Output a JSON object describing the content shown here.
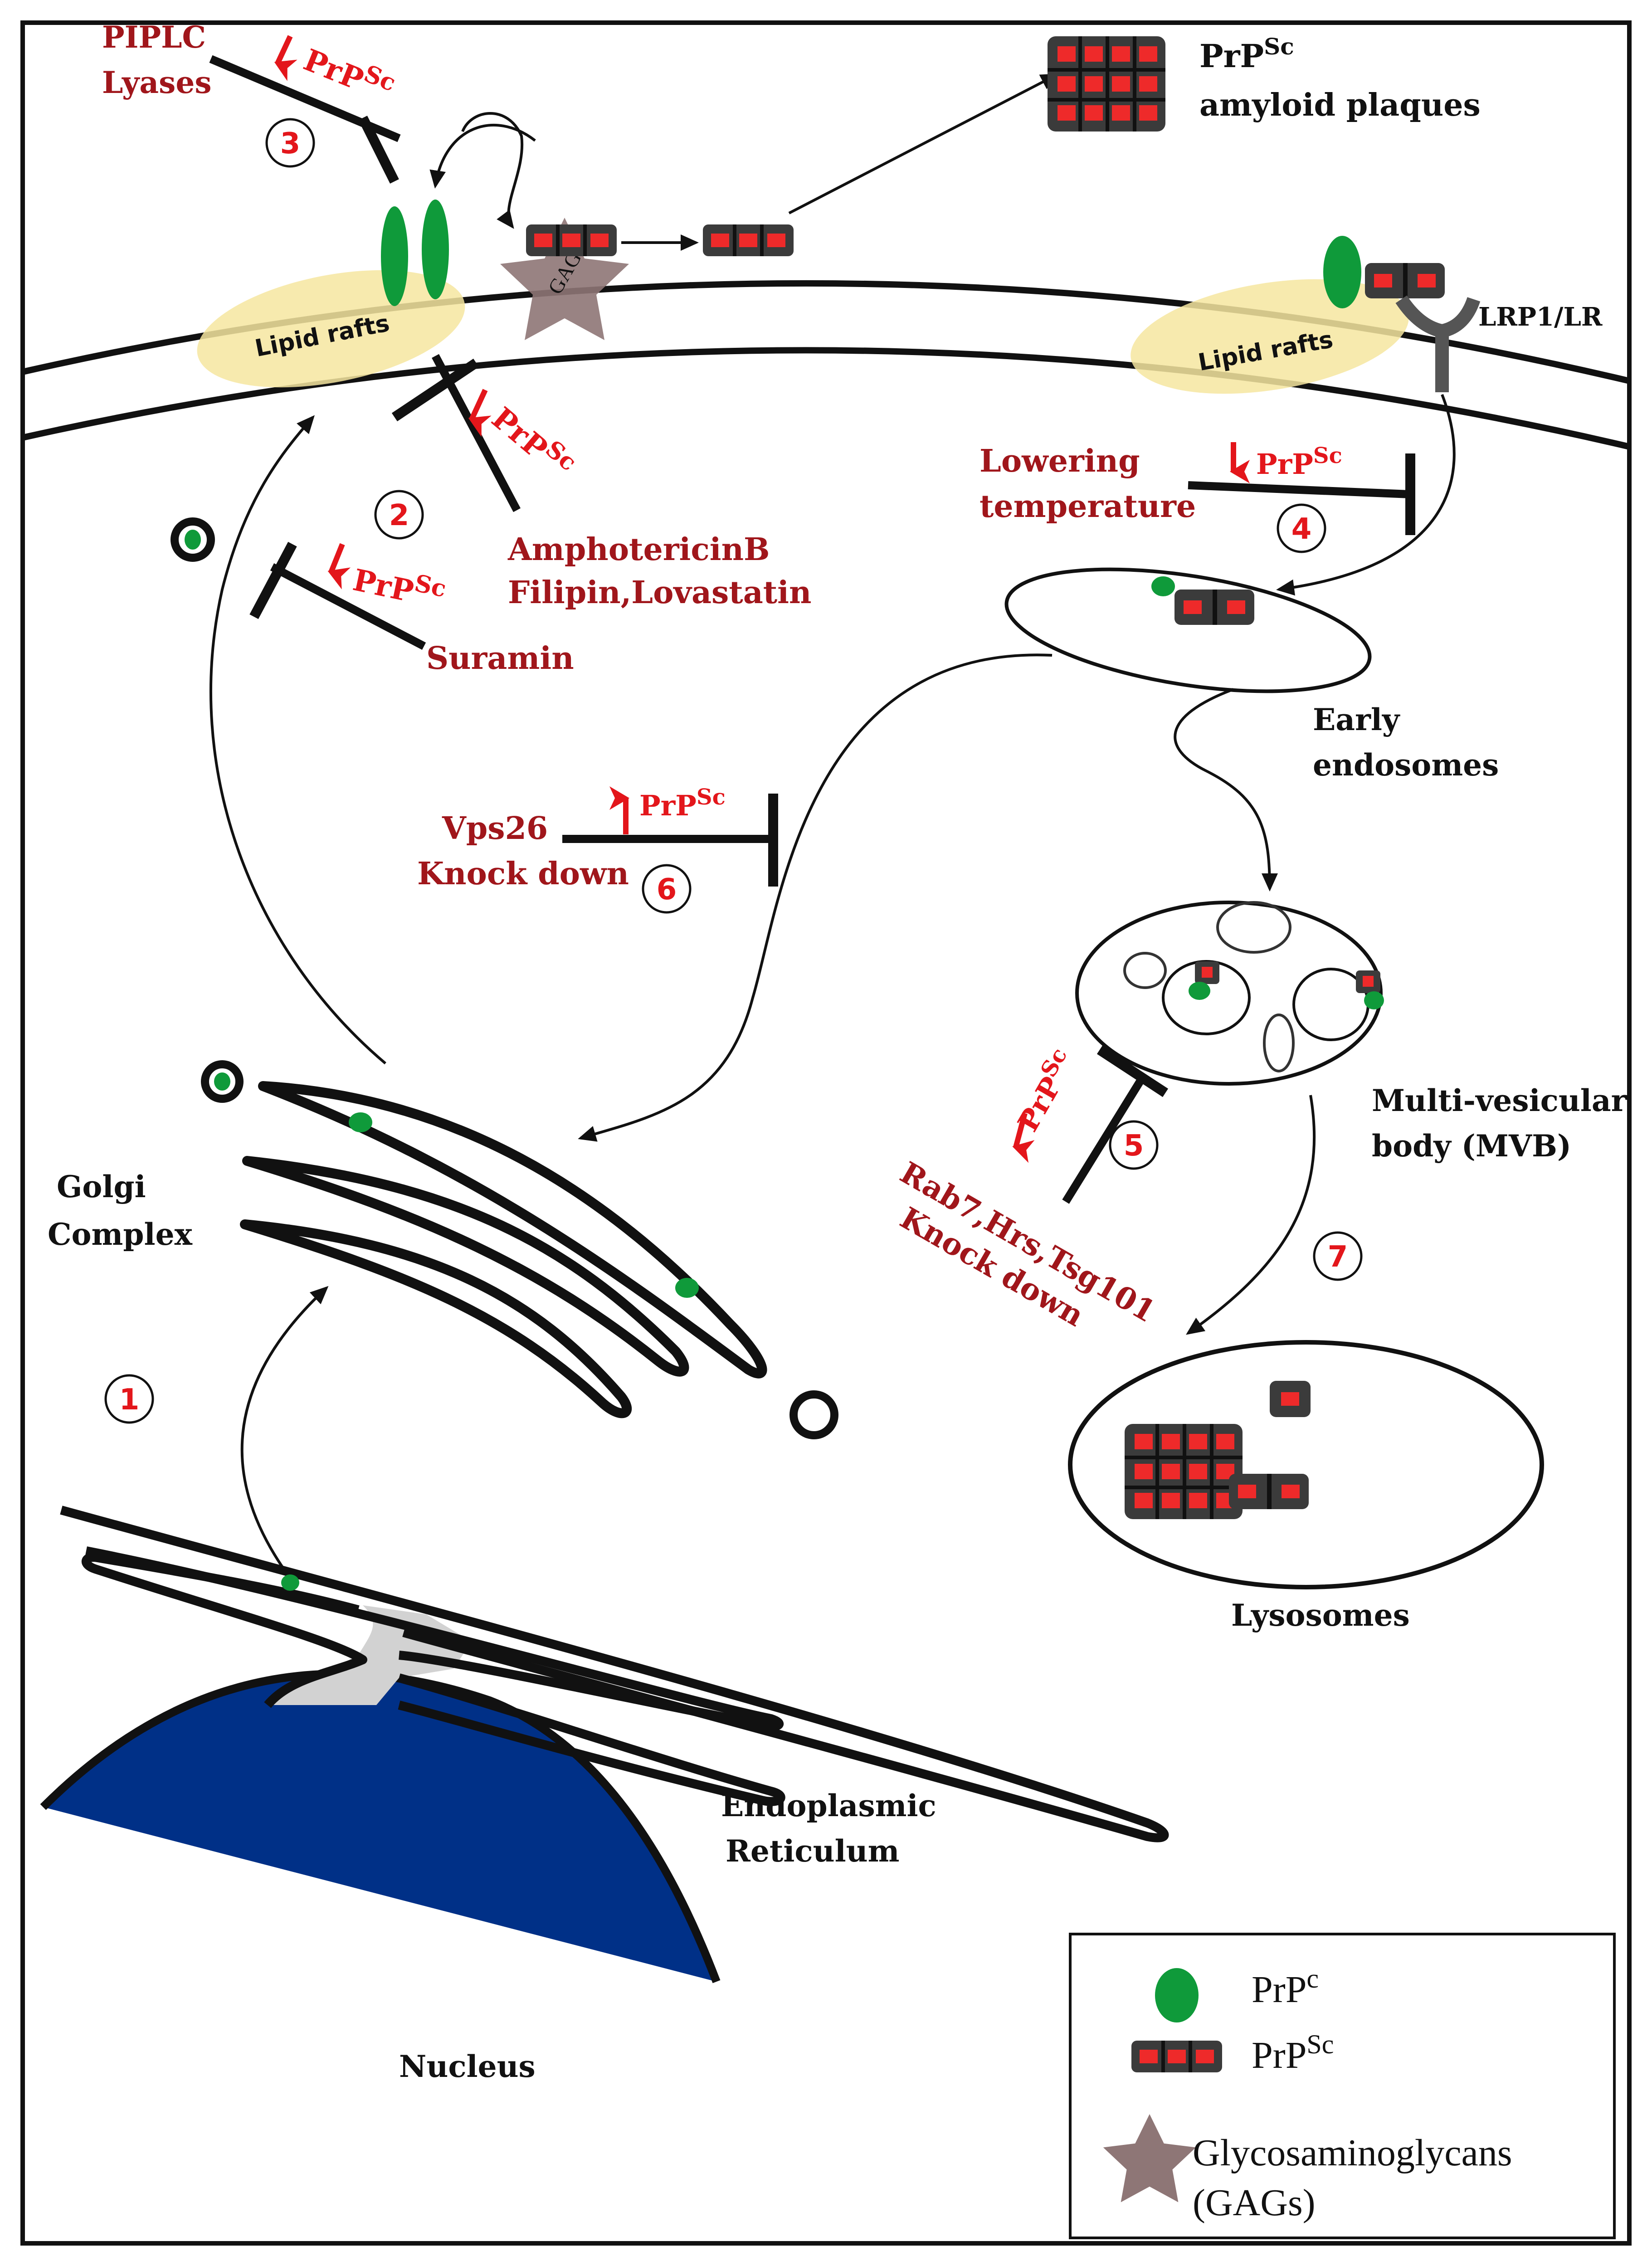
{
  "labels": {
    "piplc_line1": "PIPLC",
    "piplc_line2": "Lyases",
    "plaques_title": "PrP",
    "plaques_sup": "Sc",
    "plaques_line2": "amyloid plaques",
    "lipid_rafts_left": "Lipid rafts",
    "lipid_rafts_right": "Lipid rafts",
    "gags_star": "GAGs",
    "lrp1": "LRP1/LR",
    "amphotericin_line1": "AmphotericinB",
    "amphotericin_line2": "Filipin,Lovastatin",
    "suramin": "Suramin",
    "lowering_line1": "Lowering",
    "lowering_line2": "temperature",
    "early_line1": "Early",
    "early_line2": "endosomes",
    "vps_line1": "Vps26",
    "vps_line2": "Knock down",
    "mvb_line1": "Multi-vesicular",
    "mvb_line2": "body (MVB)",
    "rab_line1": "Rab7,Hrs,Tsg101",
    "rab_line2": "Knock down",
    "golgi_line1": "Golgi",
    "golgi_line2": "Complex",
    "lysosomes": "Lysosomes",
    "er_line1": "Endoplasmic",
    "er_line2": "Reticulum",
    "nucleus": "Nucleus",
    "prpsc_main": "PrP",
    "prpsc_sup": "Sc"
  },
  "steps": [
    "1",
    "2",
    "3",
    "4",
    "5",
    "6",
    "7"
  ],
  "legend": {
    "prpc_main": "PrP",
    "prpc_sup": "c",
    "prpsc_main": "PrP",
    "prpsc_sup": "Sc",
    "gags_line1": "Glycosaminoglycans",
    "gags_line2": "(GAGs)"
  },
  "colors": {
    "prpc_green": "#0f9a3a",
    "prpsc_red": "#ee2a2a",
    "prpsc_box": "#3b3b3b",
    "lipid_raft": "#f6e6a0",
    "gags_star": "#8e7676",
    "nucleus_blue": "#003087",
    "er_gray": "#d2d2d2",
    "label_red": "#a0161b",
    "arrow_red": "#e3161b"
  }
}
